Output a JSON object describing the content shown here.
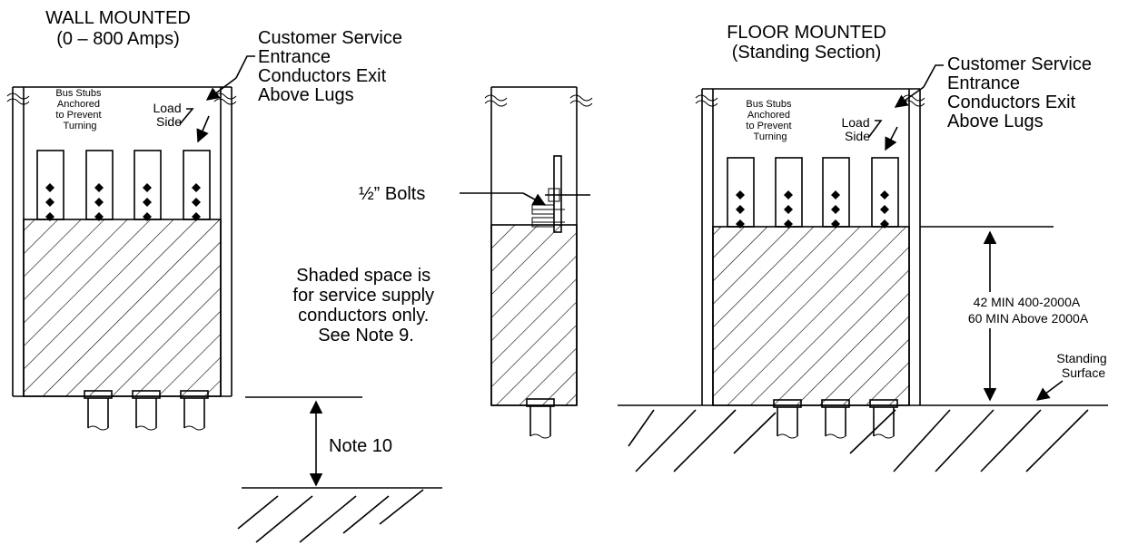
{
  "wall": {
    "title": "WALL MOUNTED",
    "subtitle": "(0 – 800 Amps)",
    "exit_note": [
      "Customer Service",
      "Entrance",
      "Conductors Exit",
      "Above Lugs"
    ],
    "bus_stubs": [
      "Bus Stubs",
      "Anchored",
      "to Prevent",
      "Turning"
    ],
    "load_side": [
      "Load",
      "Side"
    ]
  },
  "middle": {
    "bolts": "½” Bolts",
    "shaded_note": [
      "Shaded space is",
      "for service supply",
      "conductors only.",
      "See Note 9."
    ],
    "note10": "Note 10"
  },
  "floor": {
    "title": "FLOOR MOUNTED",
    "subtitle": "(Standing Section)",
    "exit_note": [
      "Customer Service",
      "Entrance",
      "Conductors Exit",
      "Above Lugs"
    ],
    "bus_stubs": [
      "Bus Stubs",
      "Anchored",
      "to Prevent",
      "Turning"
    ],
    "load_side": [
      "Load",
      "Side"
    ],
    "dimension": [
      "42 MIN 400-2000A",
      "60 MIN Above 2000A"
    ],
    "standing_surface": [
      "Standing",
      "Surface"
    ]
  }
}
